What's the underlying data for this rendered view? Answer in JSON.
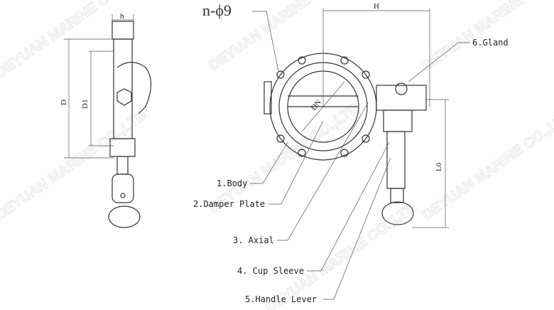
{
  "watermark": "DEYUAN MARINE CO.,LTD",
  "dimensions": {
    "h": "h",
    "D": "D",
    "D1": "D1",
    "H": "H",
    "L0": "L0",
    "DN": "DN",
    "holes": "n-ϕ9"
  },
  "parts": [
    {
      "label": "1.Body"
    },
    {
      "label": "2.Damper Plate"
    },
    {
      "label": "3. Axial"
    },
    {
      "label": "4. Cup Sleeve"
    },
    {
      "label": "5.Handle Lever"
    },
    {
      "label": "6.Gland"
    }
  ]
}
